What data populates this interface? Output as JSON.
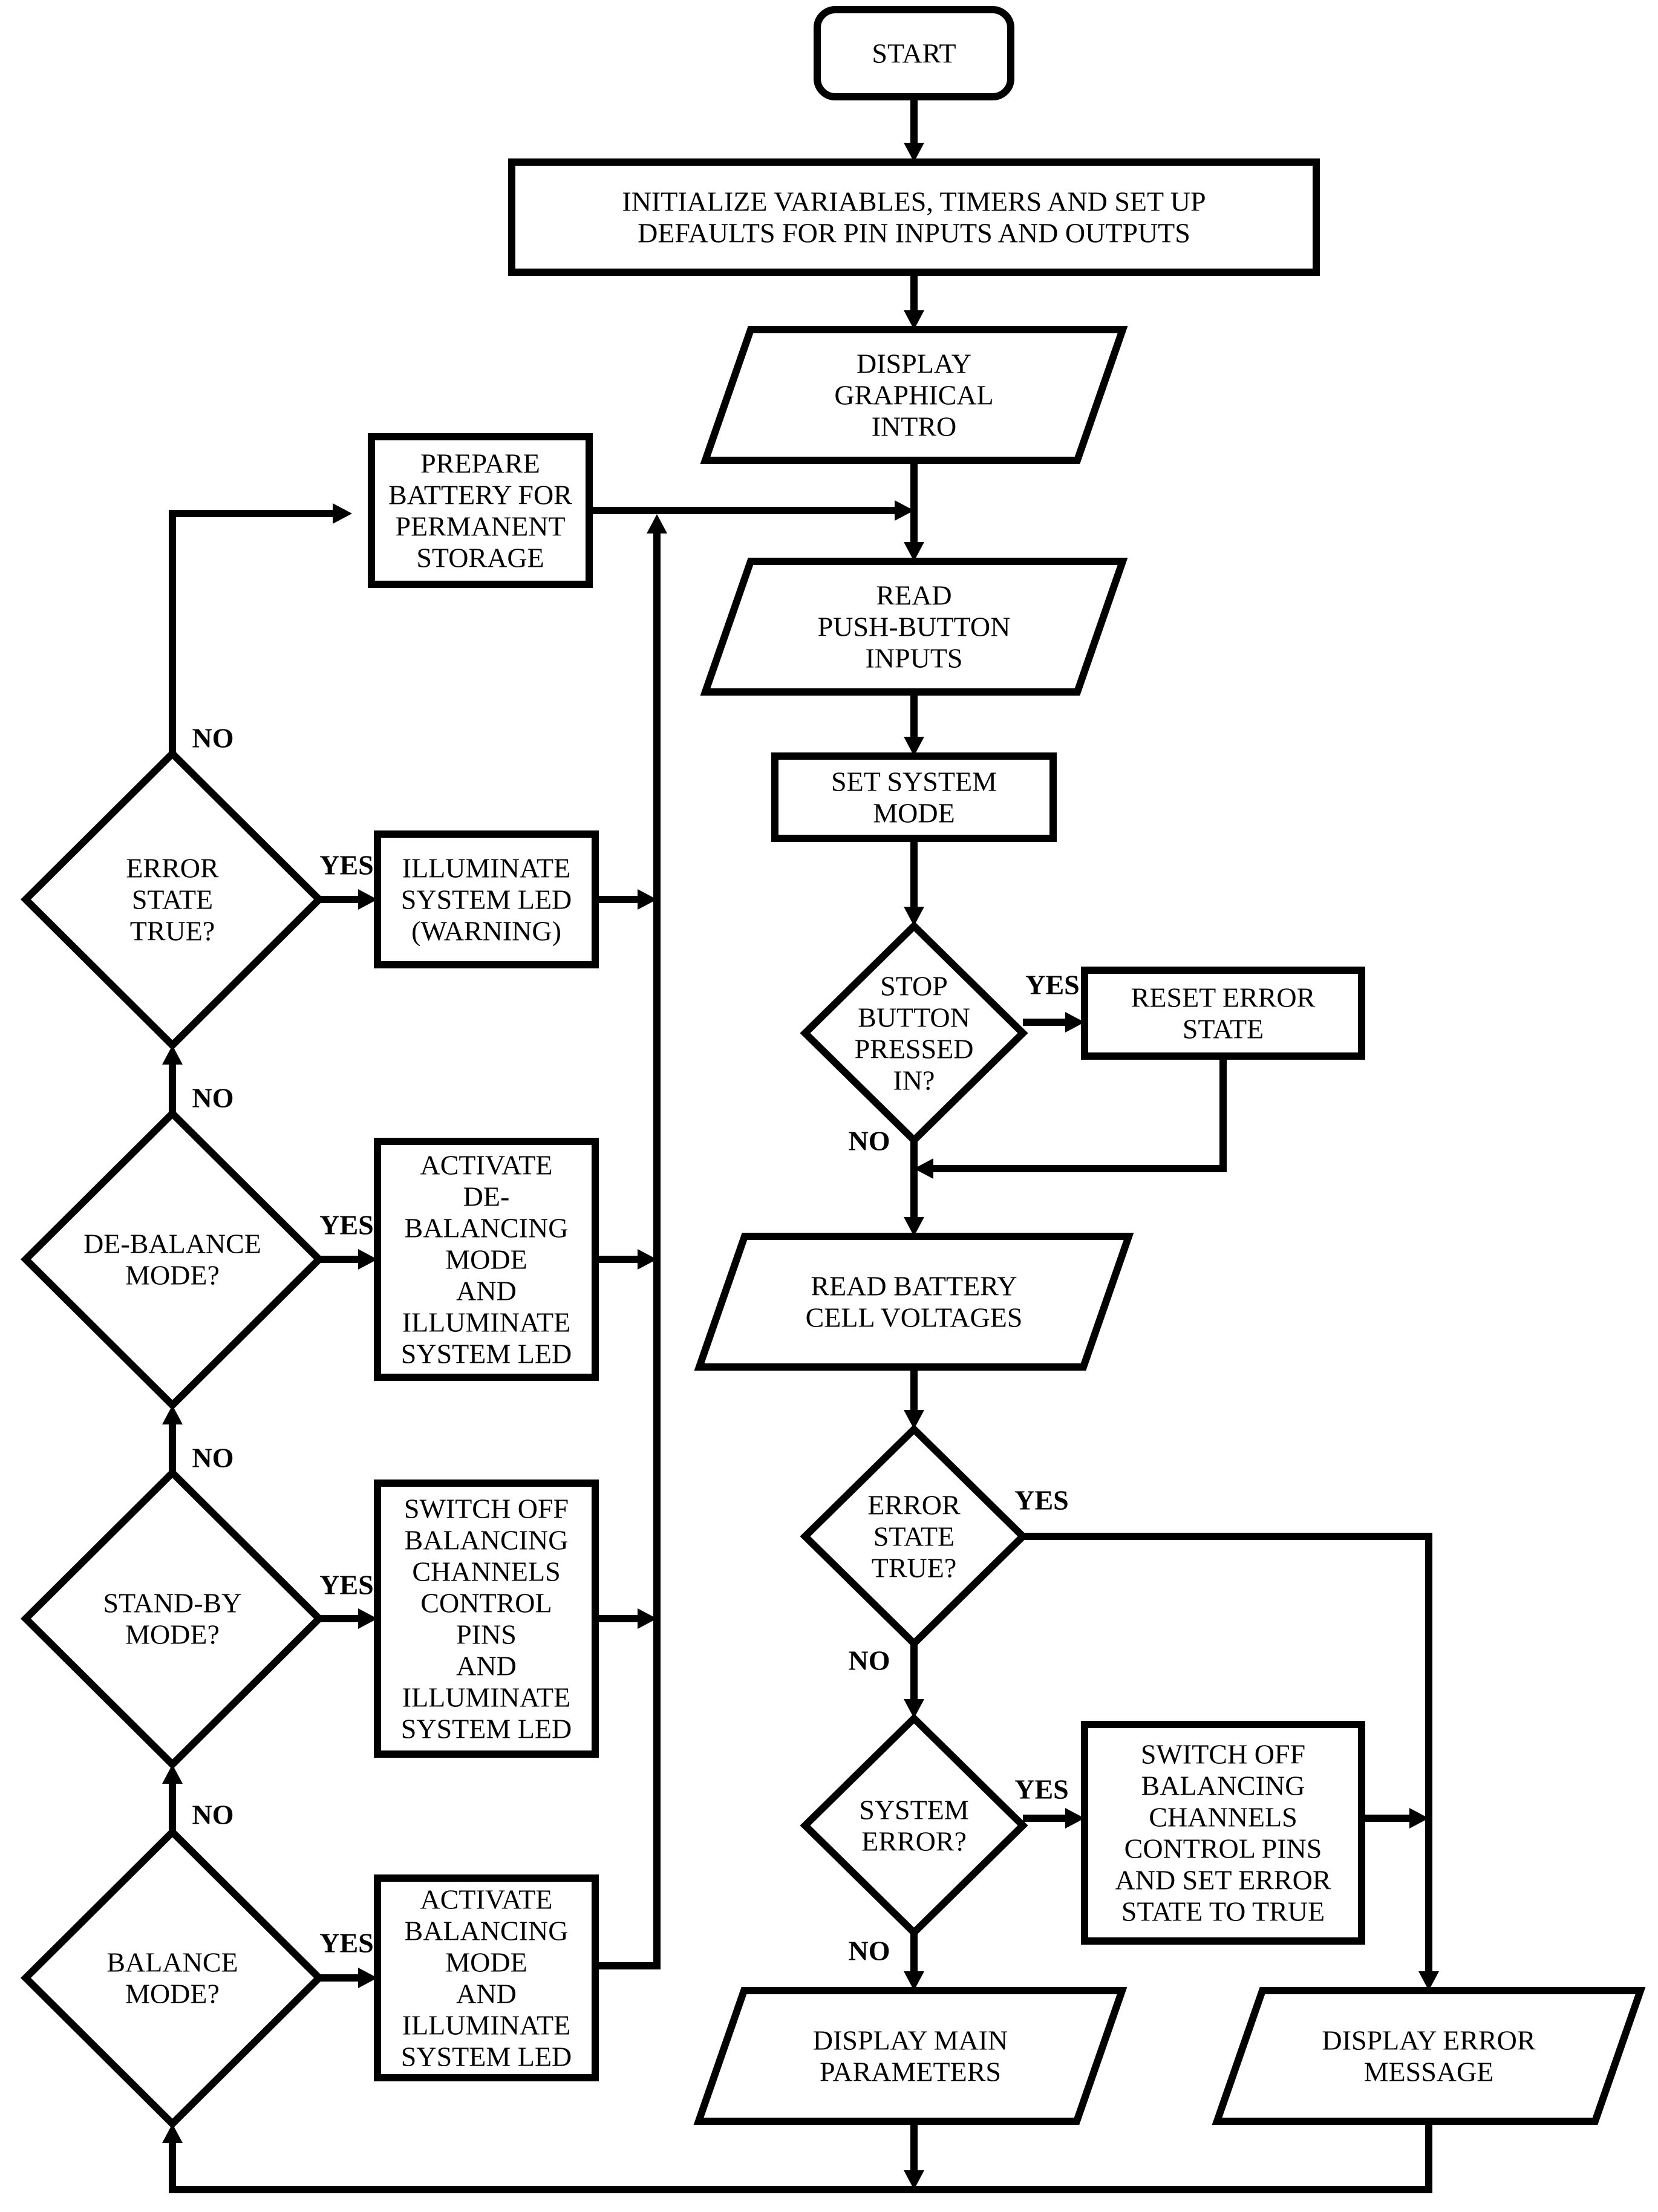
{
  "colors": {
    "stroke": "#000000",
    "fill": "#ffffff",
    "text": "#000000"
  },
  "branch_labels": {
    "yes": "YES",
    "no": "NO"
  },
  "nodes": {
    "start": {
      "shape": "terminator",
      "lines": [
        "START"
      ]
    },
    "initialize": {
      "shape": "process",
      "lines": [
        "INITIALIZE VARIABLES, TIMERS AND SET UP",
        "DEFAULTS FOR PIN INPUTS AND OUTPUTS"
      ]
    },
    "display_intro": {
      "shape": "io",
      "lines": [
        "DISPLAY",
        "GRAPHICAL",
        "INTRO"
      ]
    },
    "read_push_button": {
      "shape": "io",
      "lines": [
        "READ",
        "PUSH-BUTTON",
        "INPUTS"
      ]
    },
    "set_system_mode": {
      "shape": "process",
      "lines": [
        "SET SYSTEM",
        "MODE"
      ]
    },
    "stop_button": {
      "shape": "decision",
      "lines": [
        "STOP",
        "BUTTON",
        "PRESSED",
        "IN?"
      ]
    },
    "reset_error": {
      "shape": "process",
      "lines": [
        "RESET ERROR",
        "STATE"
      ]
    },
    "read_cell_voltages": {
      "shape": "io",
      "lines": [
        "READ BATTERY",
        "CELL VOLTAGES"
      ]
    },
    "error_state_right": {
      "shape": "decision",
      "lines": [
        "ERROR",
        "STATE",
        "TRUE?"
      ]
    },
    "system_error": {
      "shape": "decision",
      "lines": [
        "SYSTEM",
        "ERROR?"
      ]
    },
    "switch_off_set_error": {
      "shape": "process",
      "lines": [
        "SWITCH OFF",
        "BALANCING",
        "CHANNELS",
        "CONTROL PINS",
        "AND SET ERROR",
        "STATE TO TRUE"
      ]
    },
    "display_main": {
      "shape": "io",
      "lines": [
        "DISPLAY MAIN",
        "PARAMETERS"
      ]
    },
    "display_error": {
      "shape": "io",
      "lines": [
        "DISPLAY ERROR",
        "MESSAGE"
      ]
    },
    "prepare_storage": {
      "shape": "process",
      "lines": [
        "PREPARE",
        "BATTERY FOR",
        "PERMANENT",
        "STORAGE"
      ]
    },
    "error_state_left": {
      "shape": "decision",
      "lines": [
        "ERROR",
        "STATE",
        "TRUE?"
      ]
    },
    "illuminate_warning": {
      "shape": "process",
      "lines": [
        "ILLUMINATE",
        "SYSTEM LED",
        "(WARNING)"
      ]
    },
    "debalance_mode": {
      "shape": "decision",
      "lines": [
        "DE-BALANCE",
        "MODE?"
      ]
    },
    "activate_debalancing": {
      "shape": "process",
      "lines": [
        "ACTIVATE",
        "DE-",
        "BALANCING",
        "MODE",
        "AND",
        "ILLUMINATE",
        "SYSTEM LED"
      ]
    },
    "standby_mode": {
      "shape": "decision",
      "lines": [
        "STAND-BY",
        "MODE?"
      ]
    },
    "switch_off_standby": {
      "shape": "process",
      "lines": [
        "SWITCH OFF",
        "BALANCING",
        "CHANNELS",
        "CONTROL",
        "PINS",
        "AND",
        "ILLUMINATE",
        "SYSTEM LED"
      ]
    },
    "balance_mode": {
      "shape": "decision",
      "lines": [
        "BALANCE",
        "MODE?"
      ]
    },
    "activate_balancing": {
      "shape": "process",
      "lines": [
        "ACTIVATE",
        "BALANCING",
        "MODE",
        "AND",
        "ILLUMINATE",
        "SYSTEM LED"
      ]
    }
  },
  "edges": [
    {
      "from": "start",
      "to": "initialize",
      "label": ""
    },
    {
      "from": "initialize",
      "to": "display_intro",
      "label": ""
    },
    {
      "from": "display_intro",
      "to": "read_push_button",
      "label": ""
    },
    {
      "from": "read_push_button",
      "to": "set_system_mode",
      "label": ""
    },
    {
      "from": "set_system_mode",
      "to": "stop_button",
      "label": ""
    },
    {
      "from": "stop_button",
      "to": "reset_error",
      "label": "YES"
    },
    {
      "from": "stop_button",
      "to": "read_cell_voltages",
      "label": "NO"
    },
    {
      "from": "reset_error",
      "to": "read_cell_voltages",
      "label": ""
    },
    {
      "from": "read_cell_voltages",
      "to": "error_state_right",
      "label": ""
    },
    {
      "from": "error_state_right",
      "to": "display_error",
      "label": "YES"
    },
    {
      "from": "error_state_right",
      "to": "system_error",
      "label": "NO"
    },
    {
      "from": "system_error",
      "to": "switch_off_set_error",
      "label": "YES"
    },
    {
      "from": "system_error",
      "to": "display_main",
      "label": "NO"
    },
    {
      "from": "switch_off_set_error",
      "to": "display_error",
      "label": ""
    },
    {
      "from": "display_main",
      "to": "balance_mode",
      "label": ""
    },
    {
      "from": "display_error",
      "to": "balance_mode",
      "label": ""
    },
    {
      "from": "balance_mode",
      "to": "activate_balancing",
      "label": "YES"
    },
    {
      "from": "balance_mode",
      "to": "standby_mode",
      "label": "NO"
    },
    {
      "from": "standby_mode",
      "to": "switch_off_standby",
      "label": "YES"
    },
    {
      "from": "standby_mode",
      "to": "debalance_mode",
      "label": "NO"
    },
    {
      "from": "debalance_mode",
      "to": "activate_debalancing",
      "label": "YES"
    },
    {
      "from": "debalance_mode",
      "to": "error_state_left",
      "label": "NO"
    },
    {
      "from": "error_state_left",
      "to": "illuminate_warning",
      "label": "YES"
    },
    {
      "from": "error_state_left",
      "to": "prepare_storage",
      "label": "NO"
    },
    {
      "from": "activate_balancing",
      "to": "read_push_button",
      "label": ""
    },
    {
      "from": "switch_off_standby",
      "to": "read_push_button",
      "label": ""
    },
    {
      "from": "activate_debalancing",
      "to": "read_push_button",
      "label": ""
    },
    {
      "from": "illuminate_warning",
      "to": "read_push_button",
      "label": ""
    },
    {
      "from": "prepare_storage",
      "to": "read_push_button",
      "label": ""
    }
  ]
}
